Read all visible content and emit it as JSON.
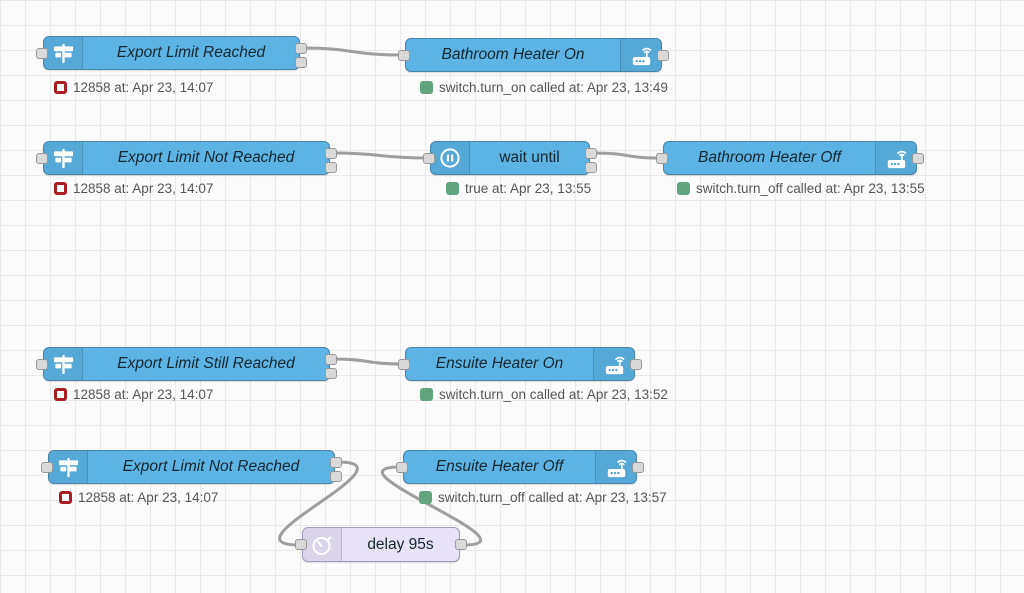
{
  "app": {
    "name": "Node-RED flow canvas"
  },
  "colors": {
    "node_blue": "#5cb3e4",
    "node_blue_border": "#4786ab",
    "node_lavender": "#e7e2f6",
    "wire_gray": "#9e9e9e",
    "status_ok_green": "#62a47e",
    "status_error_red": "#a91e22",
    "grid_line": "#e9e9e9",
    "canvas_bg": "#fbfbfb"
  },
  "nodes": [
    {
      "type": "trigger-state",
      "label": "Export Limit Reached",
      "status": {
        "kind": "error-ring",
        "text": "12858 at: Apr 23, 14:07"
      }
    },
    {
      "type": "call-service",
      "label": "Bathroom Heater On",
      "status": {
        "kind": "ok",
        "text": "switch.turn_on called at: Apr 23, 13:49"
      }
    },
    {
      "type": "trigger-state",
      "label": "Export Limit Not Reached",
      "status": {
        "kind": "error-ring",
        "text": "12858 at: Apr 23, 14:07"
      }
    },
    {
      "type": "wait-until",
      "label": "wait until",
      "status": {
        "kind": "ok",
        "text": "true at: Apr 23, 13:55"
      }
    },
    {
      "type": "call-service",
      "label": "Bathroom Heater Off",
      "status": {
        "kind": "ok",
        "text": "switch.turn_off called at: Apr 23, 13:55"
      }
    },
    {
      "type": "trigger-state",
      "label": "Export Limit Still Reached",
      "status": {
        "kind": "error-ring",
        "text": "12858 at: Apr 23, 14:07"
      }
    },
    {
      "type": "call-service",
      "label": "Ensuite Heater On",
      "status": {
        "kind": "ok",
        "text": "switch.turn_on called at: Apr 23, 13:52"
      }
    },
    {
      "type": "trigger-state",
      "label": "Export Limit Not Reached",
      "status": {
        "kind": "error-ring",
        "text": "12858 at: Apr 23, 14:07"
      }
    },
    {
      "type": "call-service",
      "label": "Ensuite Heater Off",
      "status": {
        "kind": "ok",
        "text": "switch.turn_off called at: Apr 23, 13:57"
      }
    },
    {
      "type": "delay",
      "label": "delay 95s",
      "status": null
    }
  ]
}
